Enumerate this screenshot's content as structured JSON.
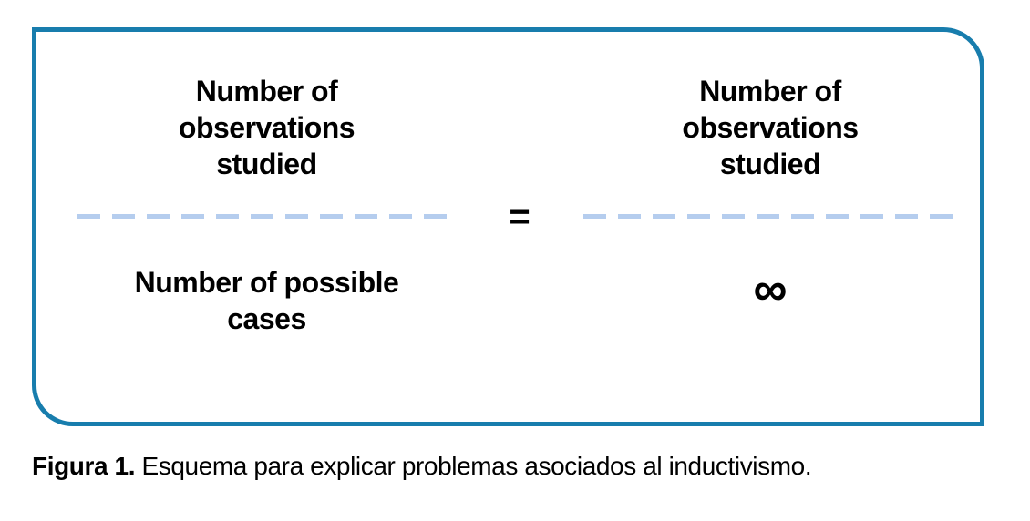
{
  "equation": {
    "left": {
      "numerator": "Number of\nobservations\nstudied",
      "denominator": "Number of possible\ncases"
    },
    "equals": "=",
    "right": {
      "numerator": "Number of\nobservations\nstudied",
      "denominator": "∞"
    }
  },
  "caption": {
    "label": "Figura 1.",
    "text": " Esquema para explicar problemas asociados al inductivismo."
  },
  "colors": {
    "border": "#187dad",
    "dash": "#b5cdee",
    "text": "#000000"
  }
}
